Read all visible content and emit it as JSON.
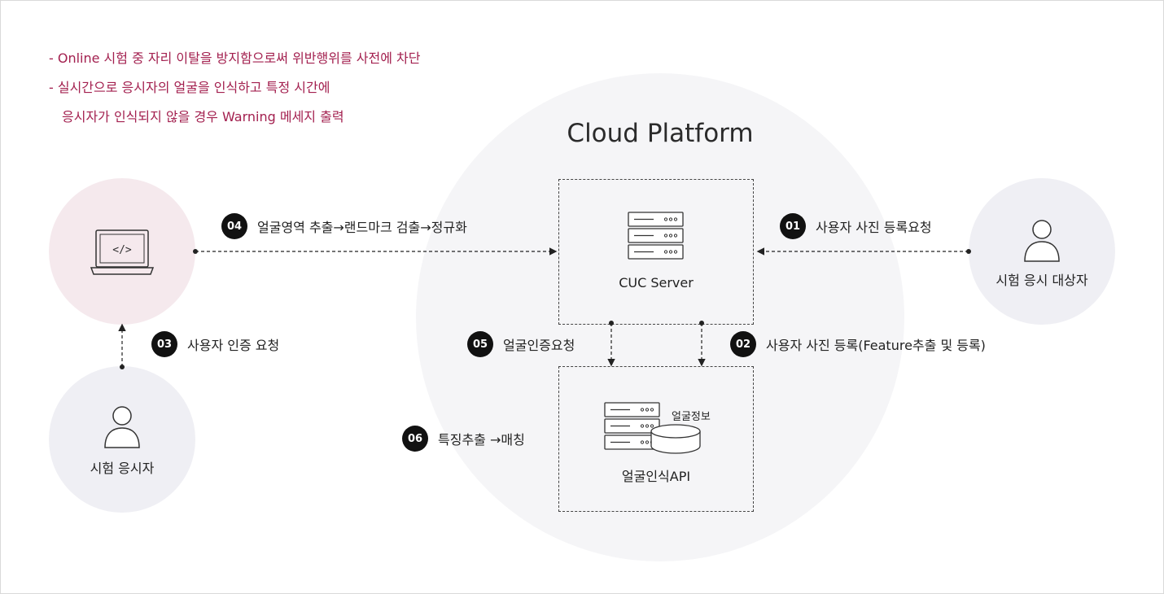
{
  "notes": [
    "- Online 시험 중  자리 이탈을 방지함으로써 위반행위를 사전에 차단",
    "- 실시간으로 응시자의 얼굴을 인식하고 특정 시간에",
    "응시자가 인식되지 않을 경우 Warning 메세지 출력"
  ],
  "cloud": {
    "title": "Cloud Platform"
  },
  "server": {
    "label": "CUC Server"
  },
  "face_api": {
    "label": "얼굴인식API",
    "db_label": "얼굴정보"
  },
  "actors": {
    "candidate": "시험 응시자",
    "target": "시험 응시 대상자"
  },
  "steps": [
    {
      "num": "01",
      "text": "사용자 사진 등록요청"
    },
    {
      "num": "02",
      "text": "사용자 사진 등록(Feature추출 및 등록)"
    },
    {
      "num": "03",
      "text": "사용자 인증 요청"
    },
    {
      "num": "04",
      "text": "얼굴영역 추출→랜드마크 검출→정규화"
    },
    {
      "num": "05",
      "text": "얼굴인증요청"
    },
    {
      "num": "06",
      "text": "특징추출 →매칭"
    }
  ],
  "icons": [
    "code-laptop-icon",
    "person-icon",
    "server-icon",
    "database-icon"
  ],
  "colors": {
    "note": "#a3204f",
    "cloud_bg": "#f5f5f7",
    "client_bg": "#f5e9ed",
    "actor_bg": "#efeff4"
  }
}
